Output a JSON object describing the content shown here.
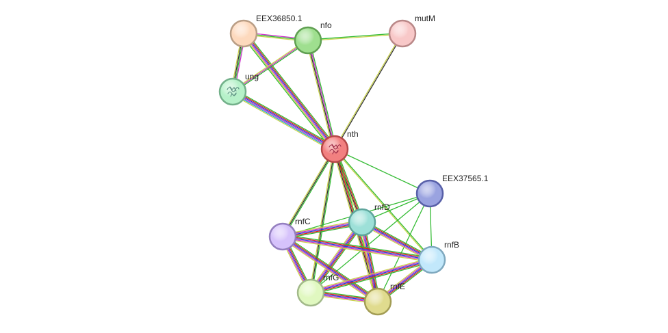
{
  "nodes": [
    {
      "id": "EEX36850.1",
      "label": "EEX36850.1",
      "fill": "#fdd9bd",
      "stroke": "#b99e86"
    },
    {
      "id": "nfo",
      "label": "nfo",
      "fill": "#9fdf8f",
      "stroke": "#5f9f51"
    },
    {
      "id": "mutM",
      "label": "mutM",
      "fill": "#f8c8c8",
      "stroke": "#b98888"
    },
    {
      "id": "ung",
      "label": "ung",
      "fill": "#b6f1c9",
      "stroke": "#73b08a",
      "icon": "protein-structure-icon"
    },
    {
      "id": "nth",
      "label": "nth",
      "fill": "#f28080",
      "stroke": "#b54848",
      "icon": "protein-structure-icon"
    },
    {
      "id": "EEX37565.1",
      "label": "EEX37565.1",
      "fill": "#9aa3e0",
      "stroke": "#5860a8"
    },
    {
      "id": "rnfD",
      "label": "rnfD",
      "fill": "#9de0d8",
      "stroke": "#5fa59c"
    },
    {
      "id": "rnfC",
      "label": "rnfC",
      "fill": "#d6c2fb",
      "stroke": "#947fbf"
    },
    {
      "id": "rnfB",
      "label": "rnfB",
      "fill": "#c2e8fb",
      "stroke": "#7fa9bf"
    },
    {
      "id": "rnfG",
      "label": "rnfG",
      "fill": "#e0f8c0",
      "stroke": "#a2b98a"
    },
    {
      "id": "rnfE",
      "label": "rnfE",
      "fill": "#e0db8e",
      "stroke": "#a39d55"
    }
  ],
  "evidence_colors": {
    "green": "#33bb33",
    "yellow": "#c8d24a",
    "red": "#dd2222",
    "blue": "#2244dd",
    "magenta": "#cc33cc",
    "cyan": "#22aacc",
    "black": "#333333"
  },
  "edges": [
    {
      "source": "EEX36850.1",
      "target": "nfo",
      "evidence": [
        "magenta",
        "green",
        "yellow"
      ]
    },
    {
      "source": "EEX36850.1",
      "target": "ung",
      "evidence": [
        "magenta",
        "green",
        "black",
        "yellow"
      ]
    },
    {
      "source": "EEX36850.1",
      "target": "nth",
      "evidence": [
        "green",
        "red",
        "blue",
        "magenta",
        "yellow",
        "green"
      ]
    },
    {
      "source": "nfo",
      "target": "mutM",
      "evidence": [
        "green",
        "yellow"
      ]
    },
    {
      "source": "nfo",
      "target": "ung",
      "evidence": [
        "green",
        "magenta",
        "yellow"
      ]
    },
    {
      "source": "nfo",
      "target": "nth",
      "evidence": [
        "green",
        "magenta",
        "black",
        "yellow"
      ]
    },
    {
      "source": "mutM",
      "target": "nth",
      "evidence": [
        "black",
        "yellow"
      ]
    },
    {
      "source": "ung",
      "target": "nth",
      "evidence": [
        "green",
        "red",
        "blue",
        "magenta",
        "cyan",
        "yellow"
      ]
    },
    {
      "source": "nth",
      "target": "EEX37565.1",
      "evidence": [
        "green"
      ]
    },
    {
      "source": "nth",
      "target": "rnfD",
      "evidence": [
        "green",
        "red",
        "black",
        "yellow"
      ]
    },
    {
      "source": "nth",
      "target": "rnfC",
      "evidence": [
        "green",
        "black",
        "yellow"
      ]
    },
    {
      "source": "nth",
      "target": "rnfB",
      "evidence": [
        "green",
        "yellow"
      ]
    },
    {
      "source": "nth",
      "target": "rnfG",
      "evidence": [
        "green",
        "black",
        "yellow"
      ]
    },
    {
      "source": "nth",
      "target": "rnfE",
      "evidence": [
        "green",
        "red",
        "black",
        "yellow"
      ]
    },
    {
      "source": "EEX37565.1",
      "target": "rnfD",
      "evidence": [
        "green"
      ]
    },
    {
      "source": "EEX37565.1",
      "target": "rnfC",
      "evidence": [
        "green"
      ]
    },
    {
      "source": "EEX37565.1",
      "target": "rnfB",
      "evidence": [
        "green"
      ]
    },
    {
      "source": "EEX37565.1",
      "target": "rnfG",
      "evidence": [
        "green"
      ]
    },
    {
      "source": "EEX37565.1",
      "target": "rnfE",
      "evidence": [
        "green"
      ]
    },
    {
      "source": "rnfD",
      "target": "rnfC",
      "evidence": [
        "green",
        "red",
        "blue",
        "magenta",
        "yellow"
      ]
    },
    {
      "source": "rnfD",
      "target": "rnfB",
      "evidence": [
        "green",
        "red",
        "blue",
        "magenta",
        "yellow"
      ]
    },
    {
      "source": "rnfD",
      "target": "rnfG",
      "evidence": [
        "green",
        "red",
        "blue",
        "magenta",
        "yellow"
      ]
    },
    {
      "source": "rnfD",
      "target": "rnfE",
      "evidence": [
        "green",
        "red",
        "blue",
        "magenta",
        "yellow"
      ]
    },
    {
      "source": "rnfC",
      "target": "rnfB",
      "evidence": [
        "green",
        "red",
        "blue",
        "magenta",
        "yellow"
      ]
    },
    {
      "source": "rnfC",
      "target": "rnfG",
      "evidence": [
        "green",
        "red",
        "blue",
        "magenta",
        "yellow"
      ]
    },
    {
      "source": "rnfC",
      "target": "rnfE",
      "evidence": [
        "green",
        "red",
        "blue",
        "magenta",
        "yellow"
      ]
    },
    {
      "source": "rnfB",
      "target": "rnfG",
      "evidence": [
        "green",
        "red",
        "blue",
        "magenta",
        "yellow"
      ]
    },
    {
      "source": "rnfB",
      "target": "rnfE",
      "evidence": [
        "green",
        "red",
        "blue",
        "magenta",
        "yellow"
      ]
    },
    {
      "source": "rnfG",
      "target": "rnfE",
      "evidence": [
        "green",
        "red",
        "blue",
        "magenta",
        "yellow"
      ]
    }
  ]
}
